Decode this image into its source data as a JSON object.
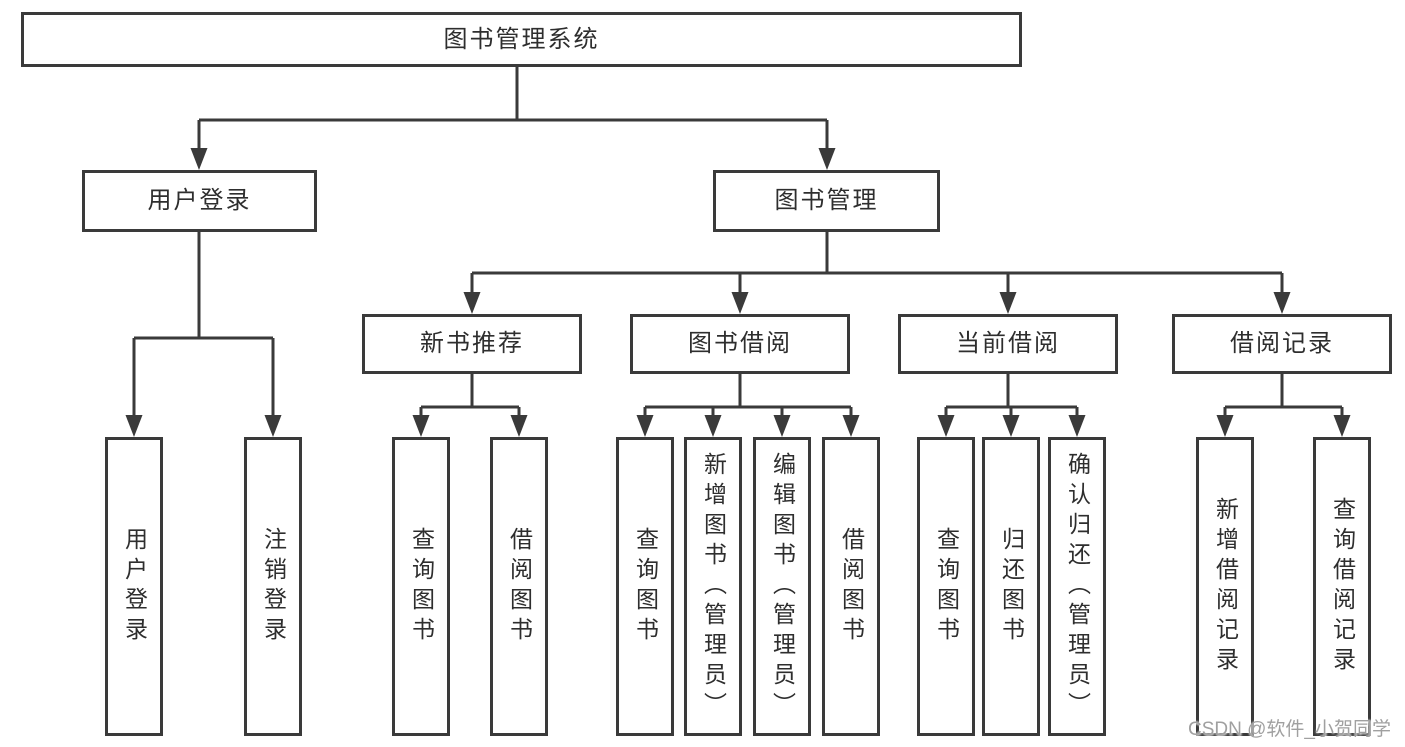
{
  "diagram": {
    "root": {
      "label": "图书管理系统"
    },
    "branches": [
      {
        "label": "用户登录",
        "children": [
          {
            "label": "用户登录"
          },
          {
            "label": "注销登录"
          }
        ]
      },
      {
        "label": "图书管理",
        "children": [
          {
            "label": "新书推荐",
            "children": [
              {
                "label": "查询图书"
              },
              {
                "label": "借阅图书"
              }
            ]
          },
          {
            "label": "图书借阅",
            "children": [
              {
                "label": "查询图书"
              },
              {
                "label": "新增图书（管理员）"
              },
              {
                "label": "编辑图书（管理员）"
              },
              {
                "label": "借阅图书"
              }
            ]
          },
          {
            "label": "当前借阅",
            "children": [
              {
                "label": "查询图书"
              },
              {
                "label": "归还图书"
              },
              {
                "label": "确认归还（管理员）"
              }
            ]
          },
          {
            "label": "借阅记录",
            "children": [
              {
                "label": "新增借阅记录"
              },
              {
                "label": "查询借阅记录"
              }
            ]
          }
        ]
      }
    ]
  },
  "watermark": {
    "text": "CSDN @软件_小贺同学"
  },
  "colors": {
    "line": "#3a3a3a",
    "border": "#3a3a3a",
    "text": "#2e2e2e",
    "watermark": "#a0a0a0",
    "background": "#ffffff"
  }
}
